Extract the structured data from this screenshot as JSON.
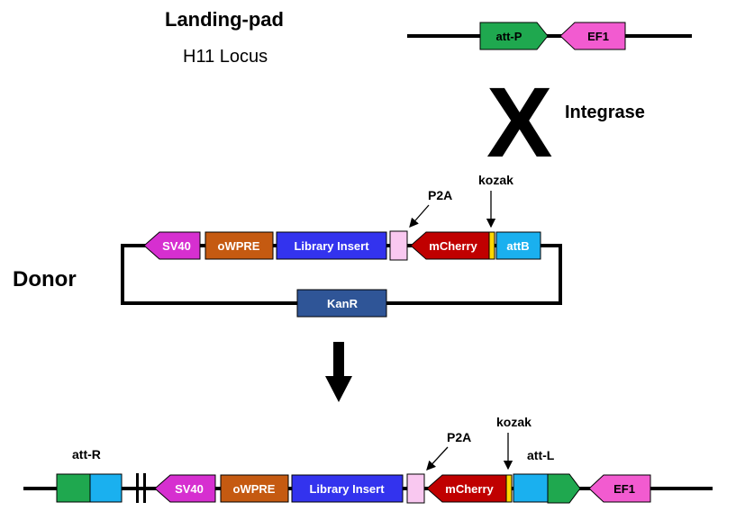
{
  "title": "Landing-pad",
  "subtitle": "H11 Locus",
  "donor_label": "Donor",
  "integrase_label": "Integrase",
  "cross_symbol": "X",
  "landing_pad": {
    "att_p": "att-P",
    "ef1": "EF1"
  },
  "donor": {
    "sv40": "SV40",
    "owpre": "oWPRE",
    "library_insert": "Library Insert",
    "p2a": "P2A",
    "kozak": "kozak",
    "mcherry": "mCherry",
    "attb": "attB",
    "kanr": "KanR"
  },
  "product": {
    "att_r": "att-R",
    "sv40": "SV40",
    "owpre": "oWPRE",
    "library_insert": "Library Insert",
    "p2a": "P2A",
    "kozak": "kozak",
    "mcherry": "mCherry",
    "att_l": "att-L",
    "ef1": "EF1"
  },
  "colors": {
    "att_green": "#1fa84f",
    "ef1_pink": "#f25bd0",
    "sv40_magenta": "#d62fd0",
    "owpre_orange": "#c55a11",
    "library_blue": "#3333ee",
    "p2a_pink": "#f9c8f0",
    "mcherry_red": "#c00000",
    "kozak_yellow": "#ffd700",
    "attb_cyan": "#1ab0ef",
    "kanr_navy": "#2f5597"
  }
}
